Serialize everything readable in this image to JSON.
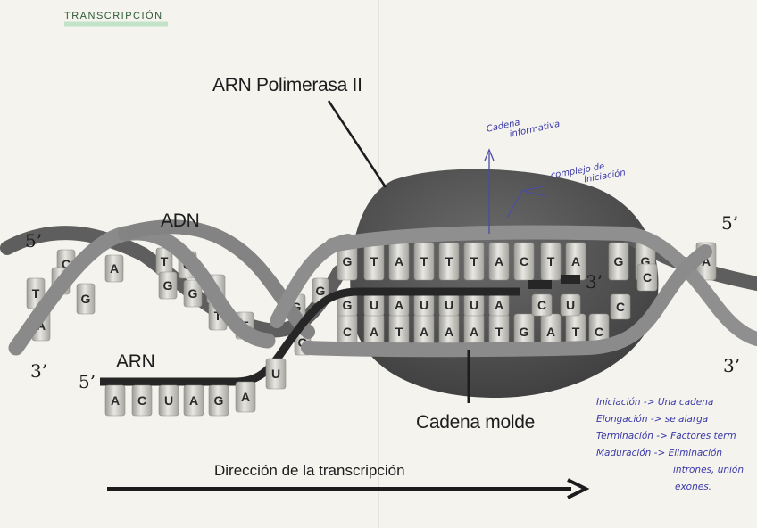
{
  "title_note": "TRANSCRIPCIÓN",
  "labels": {
    "polymerase": "ARN Polimerasa II",
    "dna": "ADN",
    "rna": "ARN",
    "template": "Cadena molde",
    "direction": "Dirección de la transcripción",
    "five_left": "5’",
    "three_left": "3’",
    "five_right": "5’",
    "three_right": "3’",
    "rna_five": "5’",
    "rna_three": "3’"
  },
  "handwritten": {
    "coding_strand": [
      "Cadena",
      "informativa"
    ],
    "initiation_complex": [
      "complejo de",
      "iniciación"
    ]
  },
  "notes": [
    "Iniciación -> Una cadena",
    "Elongación -> se alarga",
    "Terminación -> Factores term",
    "Maduración -> Eliminación",
    "intrones, unión",
    "exones."
  ],
  "bases": {
    "left_top": [
      "C",
      "T",
      "C"
    ],
    "left_middle": [
      "A",
      "G",
      "A",
      "G",
      "A"
    ],
    "left_bottom": [
      "T",
      "A",
      "G",
      "T",
      "T"
    ],
    "left_g_stack": [
      "G",
      "G",
      "G"
    ],
    "coding": [
      "G",
      "T",
      "A",
      "T",
      "T",
      "T",
      "A",
      "C",
      "T",
      "A",
      "G",
      "G",
      "A"
    ],
    "template": [
      "C",
      "A",
      "T",
      "A",
      "A",
      "A",
      "T",
      "G",
      "A",
      "T",
      "C"
    ],
    "rna_in_bubble": [
      "G",
      "U",
      "A",
      "U",
      "U",
      "U",
      "A",
      "C",
      "U"
    ],
    "right_lower": [
      "C",
      "C"
    ],
    "rna_tail": [
      "A",
      "C",
      "U",
      "A",
      "G",
      "A",
      "U"
    ]
  },
  "colors": {
    "strand": "#7b7b7b",
    "polymerase": "#565656",
    "rna": "#262626",
    "base": "#dcdbd5",
    "ink": "#3a39a8"
  }
}
